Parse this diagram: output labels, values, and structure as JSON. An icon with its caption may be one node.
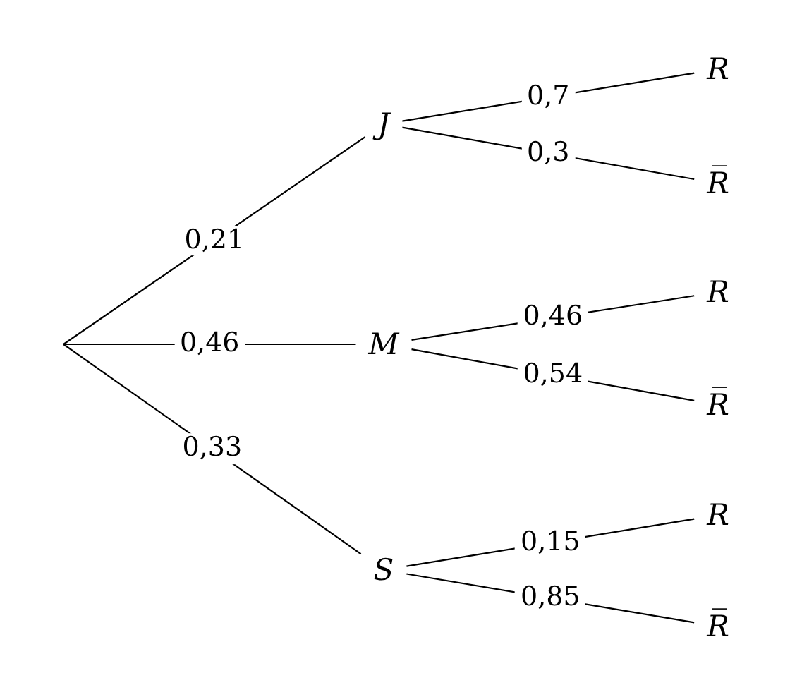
{
  "diagram": {
    "nodes": [
      {
        "text": [
          "J"
        ]
      },
      {
        "text": [
          "R"
        ]
      },
      {
        "text": [
          "R̅"
        ]
      },
      {
        "text": [
          "M"
        ]
      },
      {
        "text": [
          "R"
        ]
      },
      {
        "text": [
          "R̅"
        ]
      },
      {
        "text": [
          "S"
        ]
      },
      {
        "text": [
          "R"
        ]
      },
      {
        "text": [
          "R̅"
        ]
      }
    ],
    "edges": [
      {
        "from": null,
        "to": 0,
        "arrow": "none",
        "label": "0,21"
      },
      {
        "from": null,
        "to": 3,
        "arrow": "none",
        "label": "0,46"
      },
      {
        "from": null,
        "to": 6,
        "arrow": "none",
        "label": "0,33"
      },
      {
        "from": 0,
        "to": 1,
        "arrow": "none",
        "label": "0,7"
      },
      {
        "from": 0,
        "to": 2,
        "arrow": "none",
        "label": "0,3"
      },
      {
        "from": 3,
        "to": 4,
        "arrow": "none",
        "label": "0,46"
      },
      {
        "from": 3,
        "to": 5,
        "arrow": "none",
        "label": "0,54"
      },
      {
        "from": 6,
        "to": 7,
        "arrow": "none",
        "label": "0,15"
      },
      {
        "from": 6,
        "to": 8,
        "arrow": "none",
        "label": "0,85"
      }
    ]
  }
}
